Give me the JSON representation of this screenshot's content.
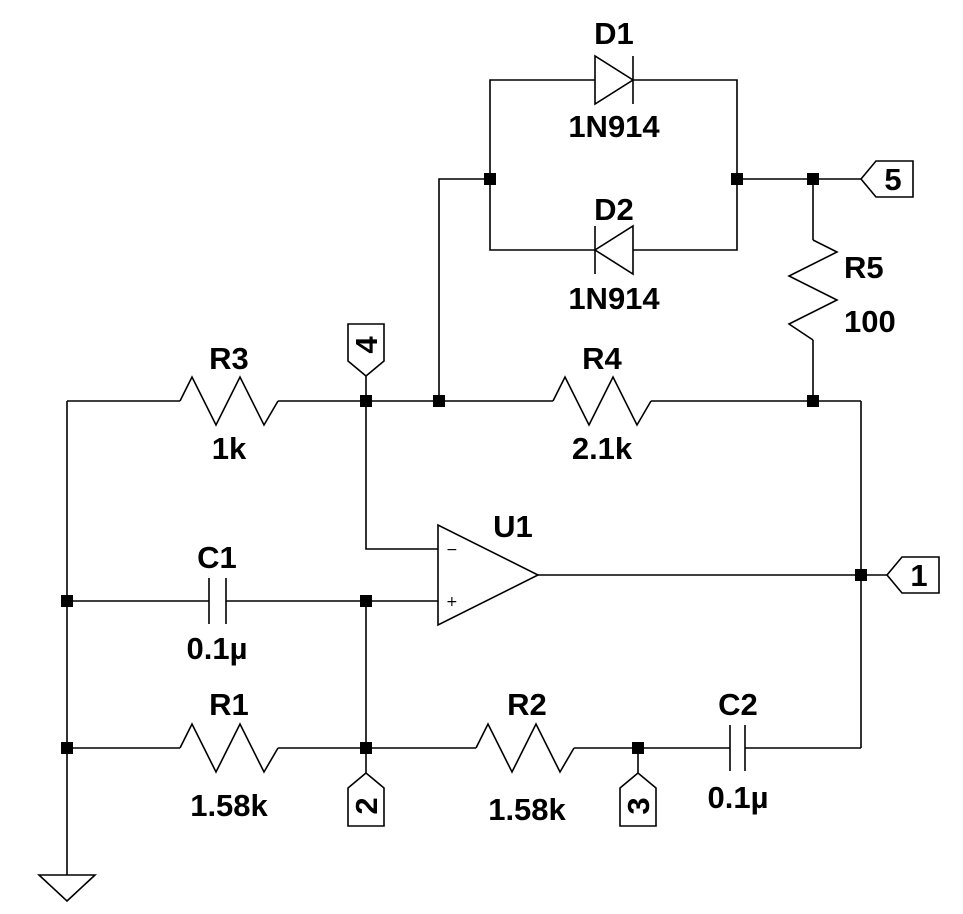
{
  "components": {
    "D1": {
      "ref": "D1",
      "value": "1N914"
    },
    "D2": {
      "ref": "D2",
      "value": "1N914"
    },
    "R1": {
      "ref": "R1",
      "value": "1.58k"
    },
    "R2": {
      "ref": "R2",
      "value": "1.58k"
    },
    "R3": {
      "ref": "R3",
      "value": "1k"
    },
    "R4": {
      "ref": "R4",
      "value": "2.1k"
    },
    "R5": {
      "ref": "R5",
      "value": "100"
    },
    "C1": {
      "ref": "C1",
      "value": "0.1µ"
    },
    "C2": {
      "ref": "C2",
      "value": "0.1µ"
    },
    "U1": {
      "ref": "U1",
      "minus": "−",
      "plus": "+"
    }
  },
  "net_labels": {
    "n1": "1",
    "n2": "2",
    "n3": "3",
    "n4": "4",
    "n5": "5"
  }
}
